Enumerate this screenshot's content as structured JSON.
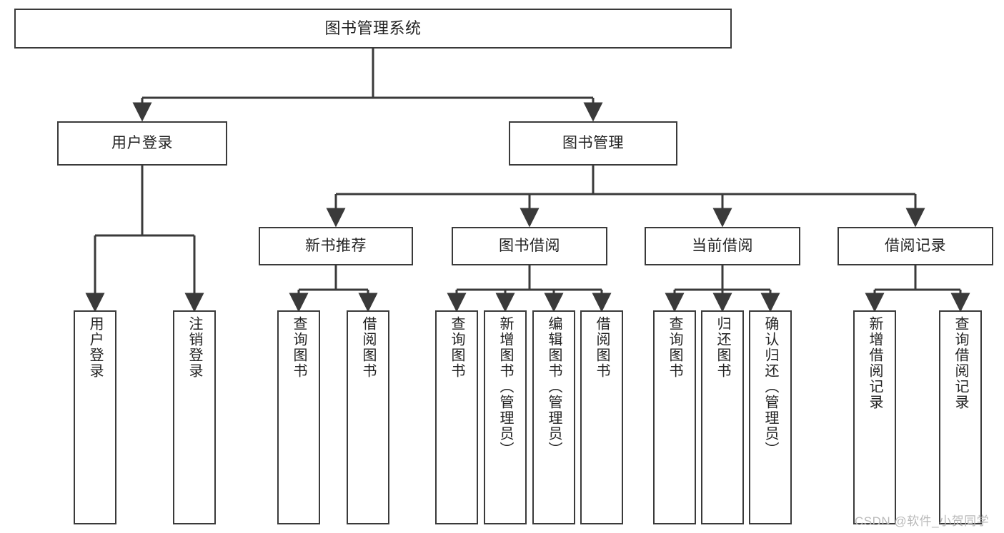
{
  "diagram": {
    "title": "图书管理系统",
    "watermark": "CSDN @软件_小贺同学",
    "colors": {
      "stroke": "#3a3a3a",
      "fill": "#ffffff",
      "text": "#222222",
      "watermark": "#b9b9b9"
    },
    "nodes": {
      "root": {
        "label": "图书管理系统"
      },
      "level2": [
        {
          "id": "user-login",
          "label": "用户登录"
        },
        {
          "id": "book-manage",
          "label": "图书管理"
        }
      ],
      "level3": [
        {
          "id": "new-book-recommend",
          "label": "新书推荐"
        },
        {
          "id": "book-borrow",
          "label": "图书借阅"
        },
        {
          "id": "current-borrow",
          "label": "当前借阅"
        },
        {
          "id": "borrow-record",
          "label": "借阅记录"
        }
      ],
      "leaves": {
        "user-login": [
          {
            "id": "leaf-user-login",
            "label": "用户登录"
          },
          {
            "id": "leaf-logout",
            "label": "注销登录"
          }
        ],
        "new-book-recommend": [
          {
            "id": "leaf-query-book-1",
            "label": "查询图书"
          },
          {
            "id": "leaf-borrow-book-1",
            "label": "借阅图书"
          }
        ],
        "book-borrow": [
          {
            "id": "leaf-query-book-2",
            "label": "查询图书"
          },
          {
            "id": "leaf-add-book",
            "label": "新增图书（管理员）"
          },
          {
            "id": "leaf-edit-book",
            "label": "编辑图书（管理员）"
          },
          {
            "id": "leaf-borrow-book-2",
            "label": "借阅图书"
          }
        ],
        "current-borrow": [
          {
            "id": "leaf-query-book-3",
            "label": "查询图书"
          },
          {
            "id": "leaf-return-book",
            "label": "归还图书"
          },
          {
            "id": "leaf-confirm-return",
            "label": "确认归还（管理员）"
          }
        ],
        "borrow-record": [
          {
            "id": "leaf-add-record",
            "label": "新增借阅记录"
          },
          {
            "id": "leaf-query-record",
            "label": "查询借阅记录"
          }
        ]
      }
    }
  }
}
